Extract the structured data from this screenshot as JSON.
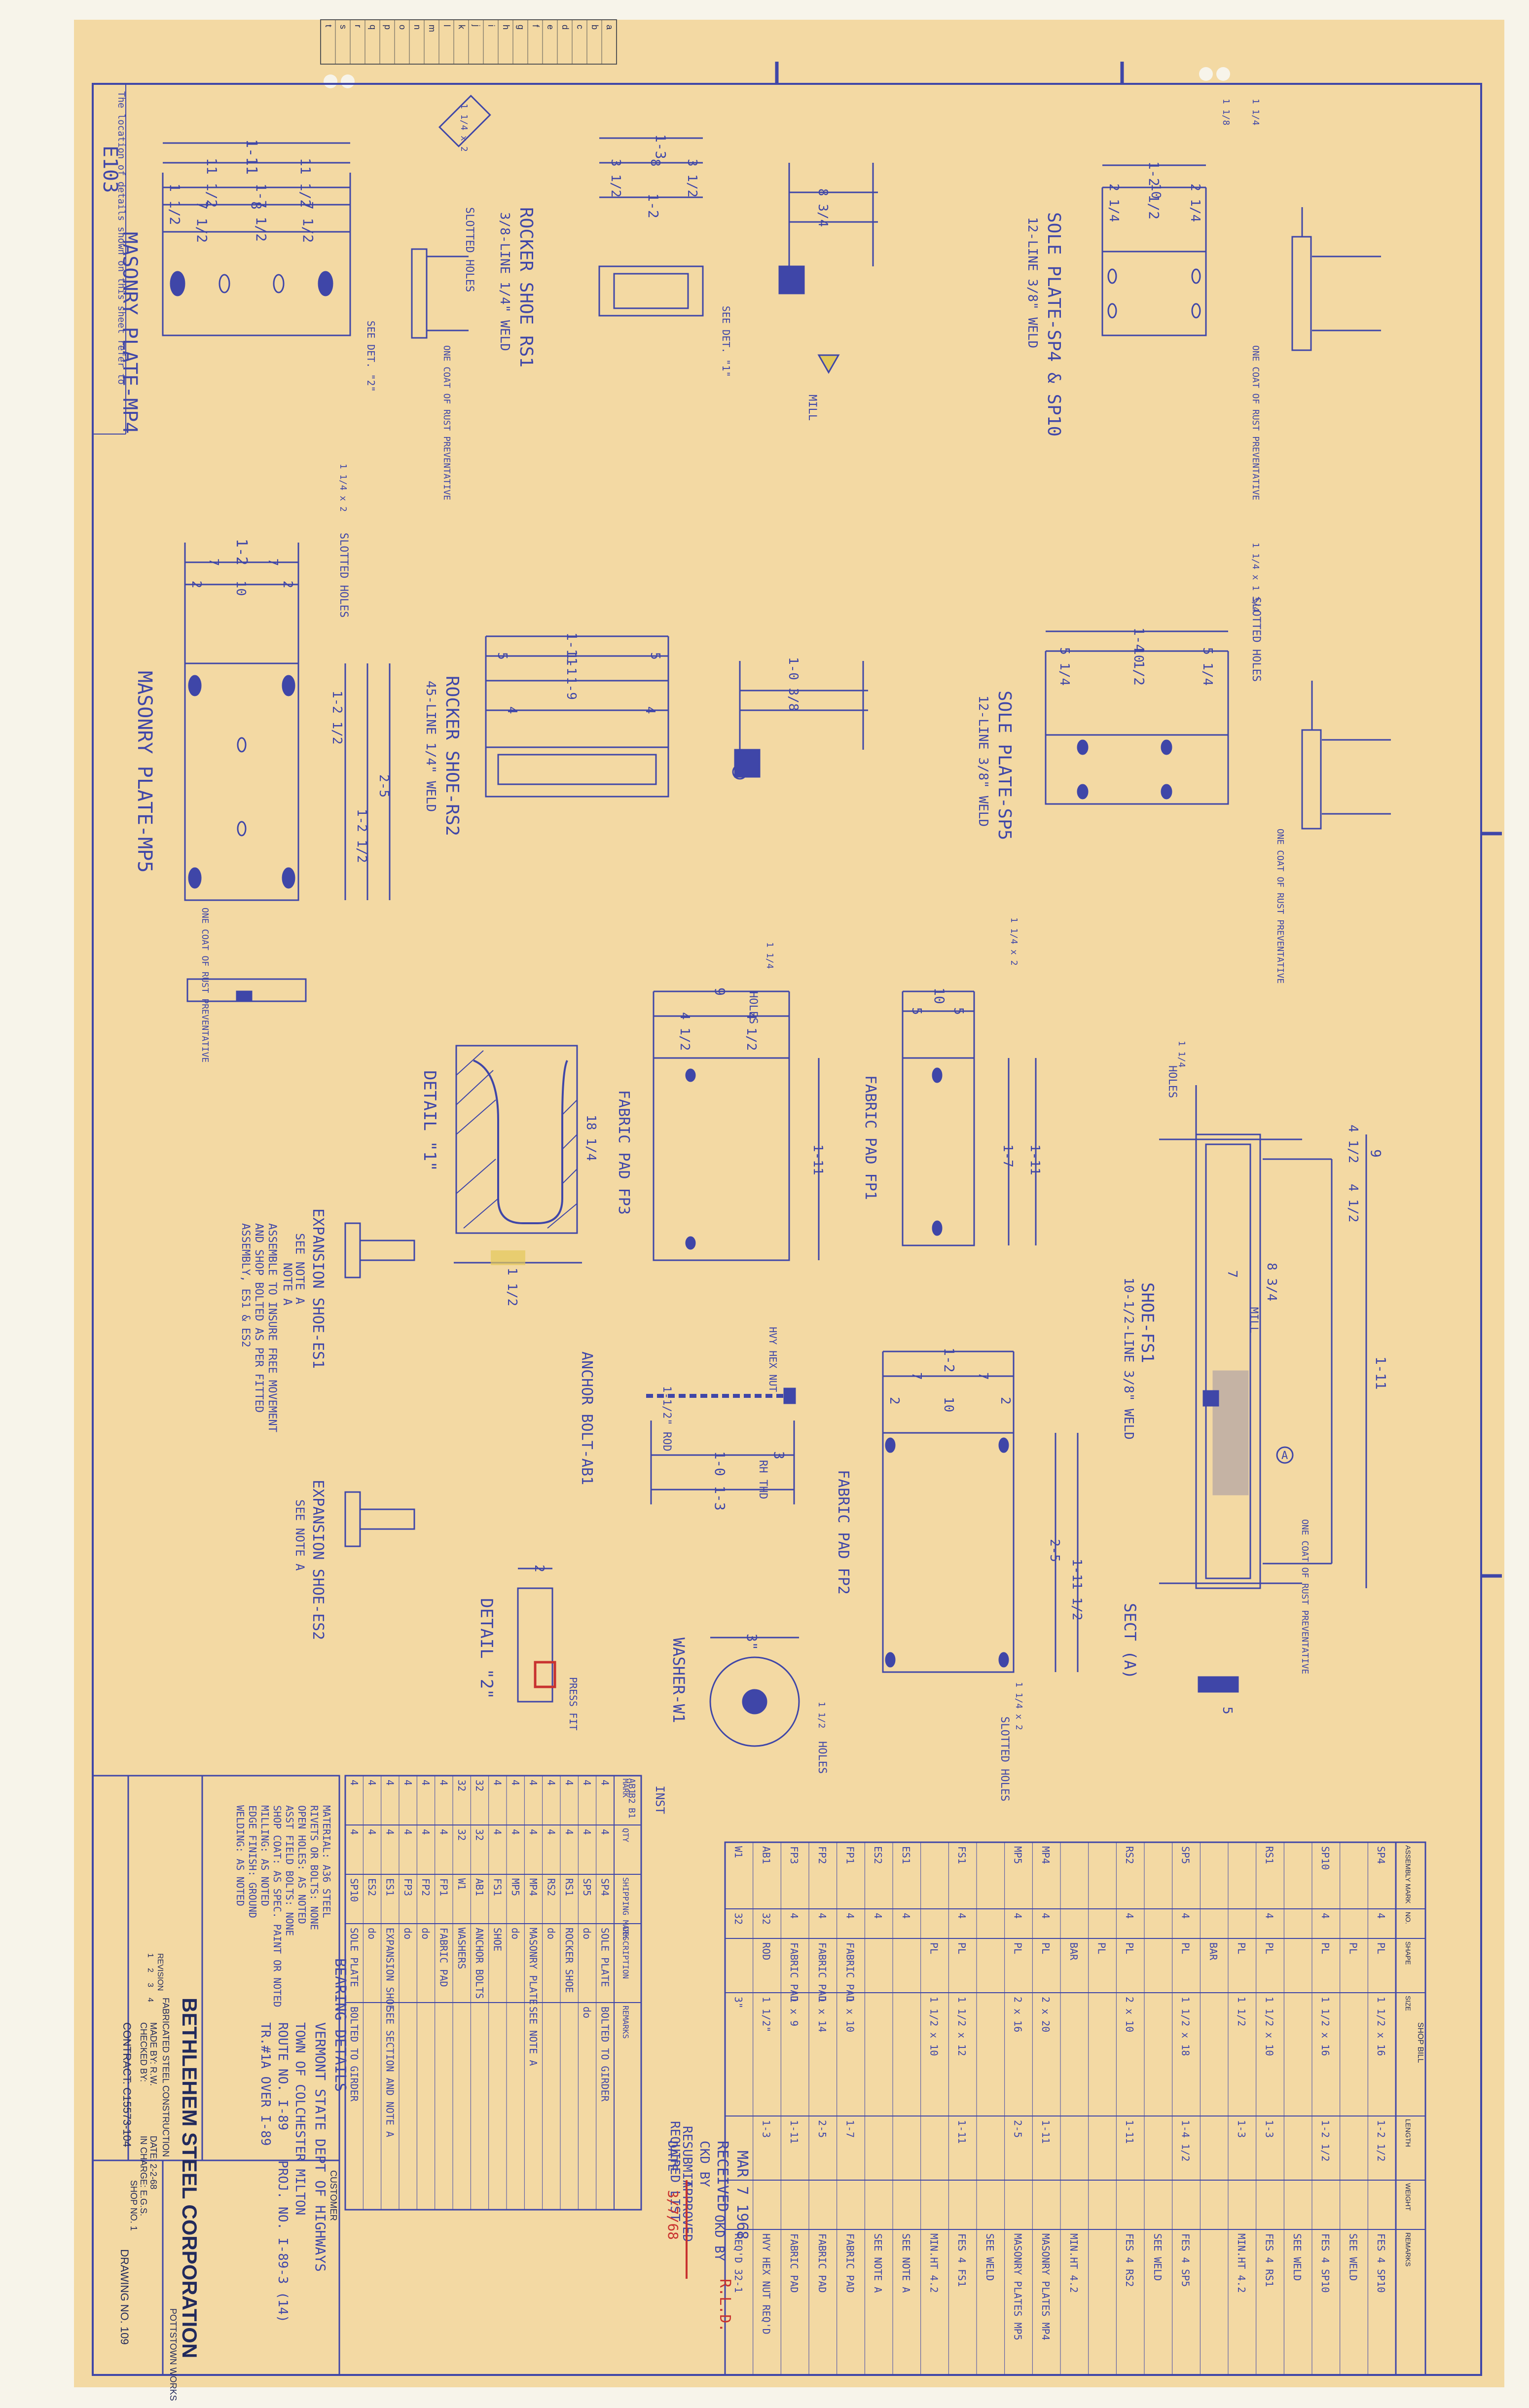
{
  "sheet": {
    "paper_color": "#f3d9a3",
    "ink_color": "#3f46a8",
    "edge_index": [
      "a",
      "b",
      "c",
      "d",
      "e",
      "f",
      "g",
      "h",
      "i",
      "j",
      "k",
      "l",
      "m",
      "n",
      "o",
      "p",
      "q",
      "r",
      "s",
      "t"
    ],
    "vertical_note": "The location of details shown on this sheet refer to",
    "drawing_ref": "E103"
  },
  "views": {
    "mp4": "MASONRY PLATE-MP4",
    "rs1": "ROCKER SHOE RS1",
    "rs1_weld": "3/8-LINE 1/4\" WELD",
    "sp4": "SOLE PLATE-SP4 & SP10",
    "sp4_weld": "12-LINE 3/8\" WELD",
    "mp5": "MASONRY PLATE-MP5",
    "rs2": "ROCKER SHOE-RS2",
    "rs2_weld": "45-LINE 1/4\" WELD",
    "sp5": "SOLE PLATE-SP5",
    "sp5_weld": "12-LINE 3/8\" WELD",
    "fp1": "FABRIC PAD FP1",
    "fp2": "FABRIC PAD FP2",
    "fp3": "FABRIC PAD FP3",
    "fs1": "SHOE-FS1",
    "fs1_weld": "10-1/2-LINE 3/8\" WELD",
    "detail1": "DETAIL \"1\"",
    "detail2": "DETAIL \"2\"",
    "sect_a": "SECT (A)",
    "ab1": "ANCHOR BOLT-AB1",
    "w1": "WASHER-W1",
    "es1": "EXPANSION SHOE-ES1",
    "es2": "EXPANSION SHOE-ES2",
    "es1_see": "SEE NOTE A",
    "es2_see": "SEE NOTE A",
    "note_a_1": "NOTE A",
    "note_a_2": "ASSEMBLE TO INSURE FREE MOVEMENT",
    "note_a_3": "AND SHOP BOLTED AS PER FITTED",
    "note_a_4": "ASSEMBLY, ES1 & ES2",
    "coat_note": "ONE COAT OF RUST PREVENTATIVE",
    "slotted_holes": "SLOTTED HOLES",
    "mill": "MILL",
    "holes": "HOLES",
    "press_fit": "PRESS FIT",
    "rh_thd": "RH THD",
    "rod": "1-1/2\" ROD",
    "hex_nut": "HVY HEX NUT",
    "see_detail_1": "SEE DET. \"1\"",
    "see_detail_2": "SEE DET. \"2\"",
    "dims": {
      "mp4_overall": "1-11",
      "mp4_a": "11 1/2",
      "mp4_b": "11 1/2",
      "mp4_c": "1-7 1/2",
      "mp4_d": "7 1/2",
      "mp4_e": "8",
      "mp4_f": "7 1/2",
      "mp4_g": "1 1/2",
      "rs1_top": "1-3",
      "rs1_mid": "1-2",
      "rs1_a": "3 1/2",
      "rs1_b": "8",
      "rs1_c": "3 1/2",
      "sp4_overall": "1-2 1/2",
      "sp4_a": "2 1/4",
      "sp4_b": "10",
      "sp4_c": "2 1/4",
      "sp4_rad": "8 3/4",
      "mp5_overall": "1-2",
      "mp5_a": "7",
      "mp5_b": "7",
      "mp5_c": "2",
      "mp5_d": "10",
      "mp5_e": "2",
      "mp5_h1": "1-2 1/2",
      "mp5_h2": "2-5",
      "mp5_h3": "1-2 1/2",
      "rs2_top": "1-11",
      "rs2_a": "1-1",
      "rs2_b": "1-9",
      "rs2_c": "5",
      "rs2_d": "5",
      "rs2_e": "4",
      "rs2_f": "4",
      "sp5_overall": "1-4 1/2",
      "sp5_a": "5 1/4",
      "sp5_b": "10",
      "sp5_c": "5 1/4",
      "sp5_rad": "1-0 3/8",
      "fp3_w": "9",
      "fp3_a": "4 1/2",
      "fp3_b": "4 1/2",
      "fp3_h": "1-11",
      "fp1_w": "10",
      "fp1_a": "5",
      "fp1_b": "5",
      "fp1_h": "1-7",
      "fp1_h2": "1-11",
      "fp2_w": "1-2",
      "fp2_a": "7",
      "fp2_b": "7",
      "fp2_c": "2",
      "fp2_d": "10",
      "fp2_e": "2",
      "fp2_h": "2-5",
      "fp2_h2": "1-11 1/2",
      "ab1_a": "1-0",
      "ab1_b": "3",
      "ab1_c": "1-3",
      "w1_d": "3\"",
      "d1_a": "1 1/2",
      "d1_h": "18 1/4",
      "d2_a": "2",
      "fs1_a": "9",
      "fs1_b": "4 1/2",
      "fs1_c": "4 1/2",
      "fs1_d": "8 3/4",
      "fs1_e": "1-11",
      "fs1_f": "5",
      "fs1_g": "7"
    },
    "hole_tags": {
      "mp4": "1 1/4 x 2",
      "mp5": "1 1/4 x 2",
      "sp4": "1 1/8",
      "sp4_b": "1 1/4",
      "sp5": "1 1/4 x 1 3/4",
      "fp3": "1 1/4",
      "fp1": "1 1/4 x 2",
      "fp2": "1 1/4 x 2",
      "w1": "1 1/2",
      "fs1": "1 1/4"
    }
  },
  "ship_bill": {
    "headers": [
      "ASSEMBLY MARK",
      "NO.",
      "SHAPE",
      "SIZE",
      "LENGTH",
      "WEIGHT",
      "REMARKS"
    ],
    "header_group": "SHOP BILL",
    "rows": [
      [
        "SP4",
        "4",
        "PL",
        "1 1/2 x 16",
        "1-2 1/2",
        "",
        "FES 4 SP10"
      ],
      [
        "",
        "",
        "PL",
        "",
        "",
        "",
        "SEE WELD"
      ],
      [
        "SP10",
        "4",
        "PL",
        "1 1/2 x 16",
        "1-2 1/2",
        "",
        "FES 4 SP10"
      ],
      [
        "",
        "",
        "",
        "",
        "",
        "",
        "SEE WELD"
      ],
      [
        "RS1",
        "4",
        "PL",
        "1 1/2 x 10",
        "1-3",
        "",
        "FES 4 RS1"
      ],
      [
        "",
        "",
        "PL",
        "1 1/2",
        "1-3",
        "",
        "MIN.HT 4.2"
      ],
      [
        "",
        "",
        "BAR",
        "",
        "",
        "",
        ""
      ],
      [
        "SP5",
        "4",
        "PL",
        "1 1/2 x 18",
        "1-4 1/2",
        "",
        "FES 4 SP5"
      ],
      [
        "",
        "",
        "",
        "",
        "",
        "",
        "SEE WELD"
      ],
      [
        "RS2",
        "4",
        "PL",
        "2 x 10",
        "1-11",
        "",
        "FES 4 RS2"
      ],
      [
        "",
        "",
        "PL",
        "",
        "",
        "",
        ""
      ],
      [
        "",
        "",
        "BAR",
        "",
        "",
        "",
        "MIN.HT 4.2"
      ],
      [
        "MP4",
        "4",
        "PL",
        "2 x 20",
        "1-11",
        "",
        "MASONRY PLATES MP4"
      ],
      [
        "MP5",
        "4",
        "PL",
        "2 x 16",
        "2-5",
        "",
        "MASONRY PLATES MP5"
      ],
      [
        "",
        "",
        "",
        "",
        "",
        "",
        "SEE WELD"
      ],
      [
        "FS1",
        "4",
        "PL",
        "1 1/2 x 12",
        "1-11",
        "",
        "FES 4 FS1"
      ],
      [
        "",
        "",
        "PL",
        "1 1/2 x 10",
        "",
        "",
        "MIN.HT 4.2"
      ],
      [
        "ES1",
        "4",
        "",
        "",
        "",
        "",
        "SEE NOTE A"
      ],
      [
        "ES2",
        "4",
        "",
        "",
        "",
        "",
        "SEE NOTE A"
      ],
      [
        "FP1",
        "4",
        "FABRIC PAD",
        "1 x 10",
        "1-7",
        "",
        "FABRIC PAD"
      ],
      [
        "FP2",
        "4",
        "FABRIC PAD",
        "1 x 14",
        "2-5",
        "",
        "FABRIC PAD"
      ],
      [
        "FP3",
        "4",
        "FABRIC PAD",
        "1 x 9",
        "1-11",
        "",
        "FABRIC PAD"
      ],
      [
        "AB1",
        "32",
        "ROD",
        "1 1/2\"",
        "1-3",
        "",
        "HVY HEX NUT REQ'D"
      ],
      [
        "W1",
        "32",
        "",
        "3\"",
        "",
        "",
        "REQ'D 32-1"
      ]
    ]
  },
  "erection_list": {
    "headers": [
      "MARK",
      "QTY",
      "SHIPPING MARK",
      "DESCRIPTION",
      "REMARKS"
    ],
    "inst_label": "INST",
    "inst_cols": [
      "AB1",
      "B2",
      "B1"
    ],
    "rows": [
      [
        "4",
        "4",
        "SP4",
        "SOLE PLATE",
        "BOLTED TO GIRDER"
      ],
      [
        "4",
        "4",
        "SP5",
        "do",
        "do"
      ],
      [
        "4",
        "4",
        "RS1",
        "ROCKER SHOE",
        ""
      ],
      [
        "4",
        "4",
        "RS2",
        "do",
        ""
      ],
      [
        "4",
        "4",
        "MP4",
        "MASONRY PLATE",
        "SEE NOTE A"
      ],
      [
        "4",
        "4",
        "MP5",
        "do",
        ""
      ],
      [
        "4",
        "4",
        "FS1",
        "SHOE",
        ""
      ],
      [
        "32",
        "32",
        "AB1",
        "ANCHOR BOLTS",
        ""
      ],
      [
        "32",
        "32",
        "W1",
        "WASHERS",
        ""
      ],
      [
        "4",
        "4",
        "FP1",
        "FABRIC PAD",
        ""
      ],
      [
        "4",
        "4",
        "FP2",
        "do",
        ""
      ],
      [
        "4",
        "4",
        "FP3",
        "do",
        ""
      ],
      [
        "4",
        "4",
        "ES1",
        "EXPANSION SHOE",
        "SEE SECTION AND NOTE A"
      ],
      [
        "4",
        "4",
        "ES2",
        "do",
        ""
      ],
      [
        "4",
        "4",
        "SP10",
        "SOLE PLATE",
        "BOLTED TO GIRDER"
      ]
    ],
    "required_list": "REQUIRED LIST"
  },
  "stamp": {
    "received": "RECEIVED",
    "date": "MAR 7 1968",
    "ckd_by": "CKD BY",
    "okd_by": "OKD BY",
    "approved": "APPROVED",
    "resubmit": "RESUBMIT",
    "date_label": "DATE",
    "approved_sig": "R.L.D.",
    "date_sig": "3/7/68"
  },
  "notes": {
    "material": "MATERIAL: A36 STEEL",
    "rivets": "RIVETS OR BOLTS: NONE",
    "open_holes": "OPEN HOLES: AS NOTED",
    "field_bolts": "ASST FIELD BOLTS: NONE",
    "paint": "SHOP COAT: AS SPEC. PAINT OR NOTED",
    "milling": "MILLING: AS NOTED",
    "edge_finish": "EDGE FINISH: GROUND",
    "welding": "WELDING: AS NOTED"
  },
  "title_block": {
    "company": "BETHLEHEM STEEL CORPORATION",
    "division": "FABRICATED STEEL CONSTRUCTION",
    "works": "POTTSTOWN WORKS",
    "customer_label": "CUSTOMER",
    "customer": "VERMONT STATE DEPT OF HIGHWAYS",
    "project_1": "TOWN OF COLCHESTER MILTON",
    "project_2": "ROUTE NO. I-89",
    "project_3": "PROJ. NO. I-89-3 (14)",
    "project_4": "TR.#1A OVER I-89",
    "drawing_title": "BEARING DETAILS",
    "made_by": "MADE BY: R.W.",
    "checked_by": "CHECKED BY:",
    "date": "DATE: 2-2-68",
    "in_charge": "IN CHARGE: E.G.S.",
    "contract": "CONTRACT: C15573-104",
    "sheet_no": "SHOP NO. 1",
    "drawing_no": "DRAWING NO. 109",
    "revision_label": "REVISION",
    "revisions": [
      "1",
      "2",
      "3",
      "4"
    ]
  }
}
